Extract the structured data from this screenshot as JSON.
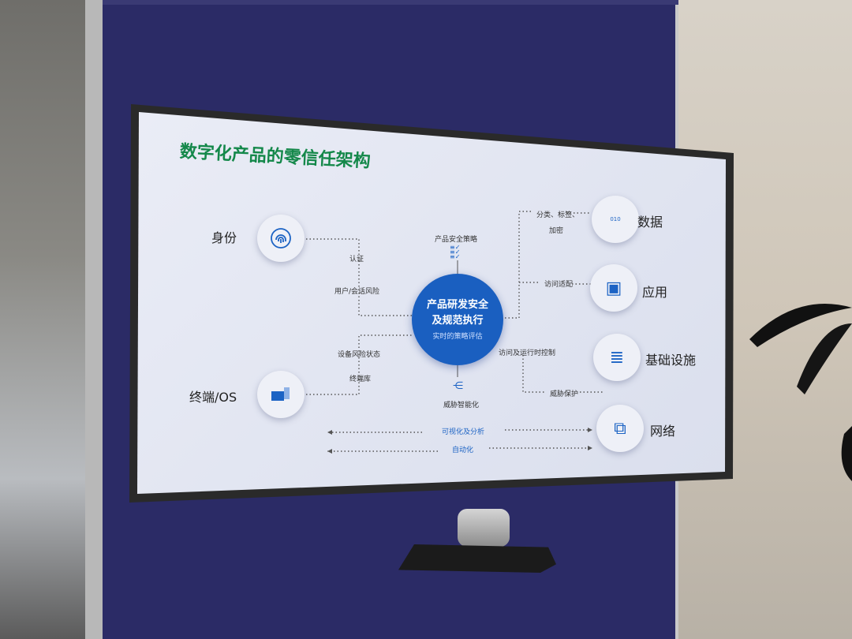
{
  "slide": {
    "title": "数字化产品的零信任架构",
    "left_nodes": [
      {
        "label": "身份",
        "icon": "fingerprint-icon"
      },
      {
        "label": "终端/OS",
        "icon": "devices-icon"
      }
    ],
    "right_nodes": [
      {
        "label": "数据",
        "icon": "binary-data-icon",
        "glyph": "010"
      },
      {
        "label": "应用",
        "icon": "app-window-icon",
        "glyph": "▣"
      },
      {
        "label": "基础设施",
        "icon": "database-icon",
        "glyph": "≣"
      },
      {
        "label": "网络",
        "icon": "network-tree-icon",
        "glyph": "⧉"
      }
    ],
    "center": {
      "line1": "产品研发安全",
      "line2": "及规范执行",
      "sub": "实时的策略评估"
    },
    "top_label": "产品安全策略",
    "bottom_label": "威胁智能化",
    "left_labels": [
      "认证",
      "用户/会话风险",
      "设备风险状态",
      "终端库"
    ],
    "right_labels": {
      "data1": "分类、标签、",
      "data2": "加密",
      "app": "访问适配",
      "control": "访问及运行时控制",
      "threat": "威胁保护"
    },
    "arrows": [
      "可视化及分析",
      "自动化"
    ],
    "colors": {
      "title": "#14884a",
      "accent": "#1a5fc0",
      "wall": "#2b2b66"
    }
  }
}
